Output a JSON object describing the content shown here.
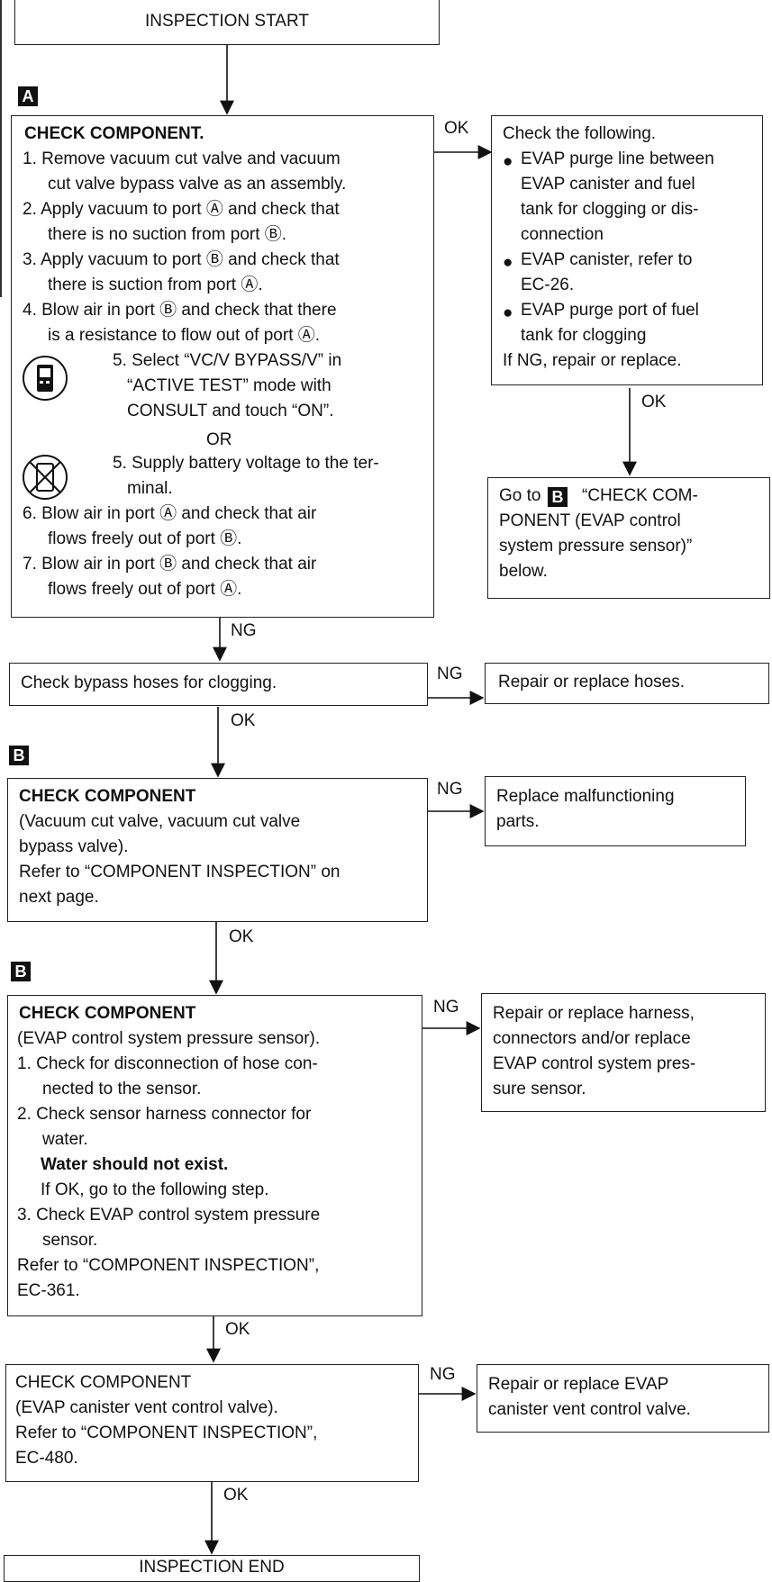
{
  "start": "INSPECTION START",
  "end": "INSPECTION END",
  "marker_a": "A",
  "marker_b": "B",
  "ok": "OK",
  "ng": "NG",
  "or": "OR",
  "stepA": {
    "title": "CHECK COMPONENT.",
    "lines": [
      "1. Remove vacuum cut valve and vacuum",
      "cut valve bypass valve as an assembly.",
      "2. Apply vacuum to port Ⓐ and check that",
      "there is no suction from port Ⓑ.",
      "3. Apply vacuum to port Ⓑ and check that",
      "there is suction from port Ⓐ.",
      "4. Blow air in port Ⓑ and check that there",
      "is a resistance to flow out of port Ⓐ.",
      "5. Select “VC/V BYPASS/V” in",
      "“ACTIVE TEST” mode with",
      "CONSULT and touch “ON”.",
      "5. Supply battery voltage to the ter-",
      "minal.",
      "6. Blow air in port Ⓐ and check that air",
      "flows freely out of port Ⓑ.",
      "7. Blow air in port Ⓑ and check that air",
      "flows freely out of port Ⓐ."
    ]
  },
  "checkFollowing": {
    "intro": "Check the following.",
    "lines": [
      "EVAP purge line between",
      "EVAP canister and fuel",
      "tank for clogging or dis-",
      "connection",
      "EVAP canister, refer to",
      "EC-26.",
      "EVAP purge port of fuel",
      "tank for clogging",
      "If NG, repair or replace."
    ]
  },
  "goTo": {
    "pre": "Go to",
    "lines": [
      "“CHECK COM-",
      "PONENT (EVAP control",
      "system pressure sensor)”",
      "below."
    ]
  },
  "bypass": "Check bypass hoses for clogging.",
  "repairHoses": "Repair or replace hoses.",
  "stepB1": {
    "title": "CHECK COMPONENT",
    "lines": [
      "(Vacuum cut valve, vacuum cut valve",
      "bypass valve).",
      "Refer to “COMPONENT INSPECTION” on",
      "next page."
    ]
  },
  "replaceParts": [
    "Replace malfunctioning",
    "parts."
  ],
  "stepB2": {
    "title": "CHECK COMPONENT",
    "lines": [
      "(EVAP control system pressure sensor).",
      "1. Check for disconnection of hose con-",
      "nected to the sensor.",
      "2. Check sensor harness connector for",
      "water.",
      "Water should not exist.",
      "If OK, go to the following step.",
      "3. Check EVAP control system pressure",
      "sensor.",
      "Refer to “COMPONENT INSPECTION”,",
      "EC-361."
    ]
  },
  "repairHarness": [
    "Repair or replace harness,",
    "connectors and/or replace",
    "EVAP control system pres-",
    "sure sensor."
  ],
  "stepVent": {
    "lines": [
      "CHECK COMPONENT",
      "(EVAP canister vent control valve).",
      "Refer to “COMPONENT INSPECTION”,",
      "EC-480."
    ]
  },
  "repairVent": [
    "Repair or replace EVAP",
    "canister vent control valve."
  ]
}
